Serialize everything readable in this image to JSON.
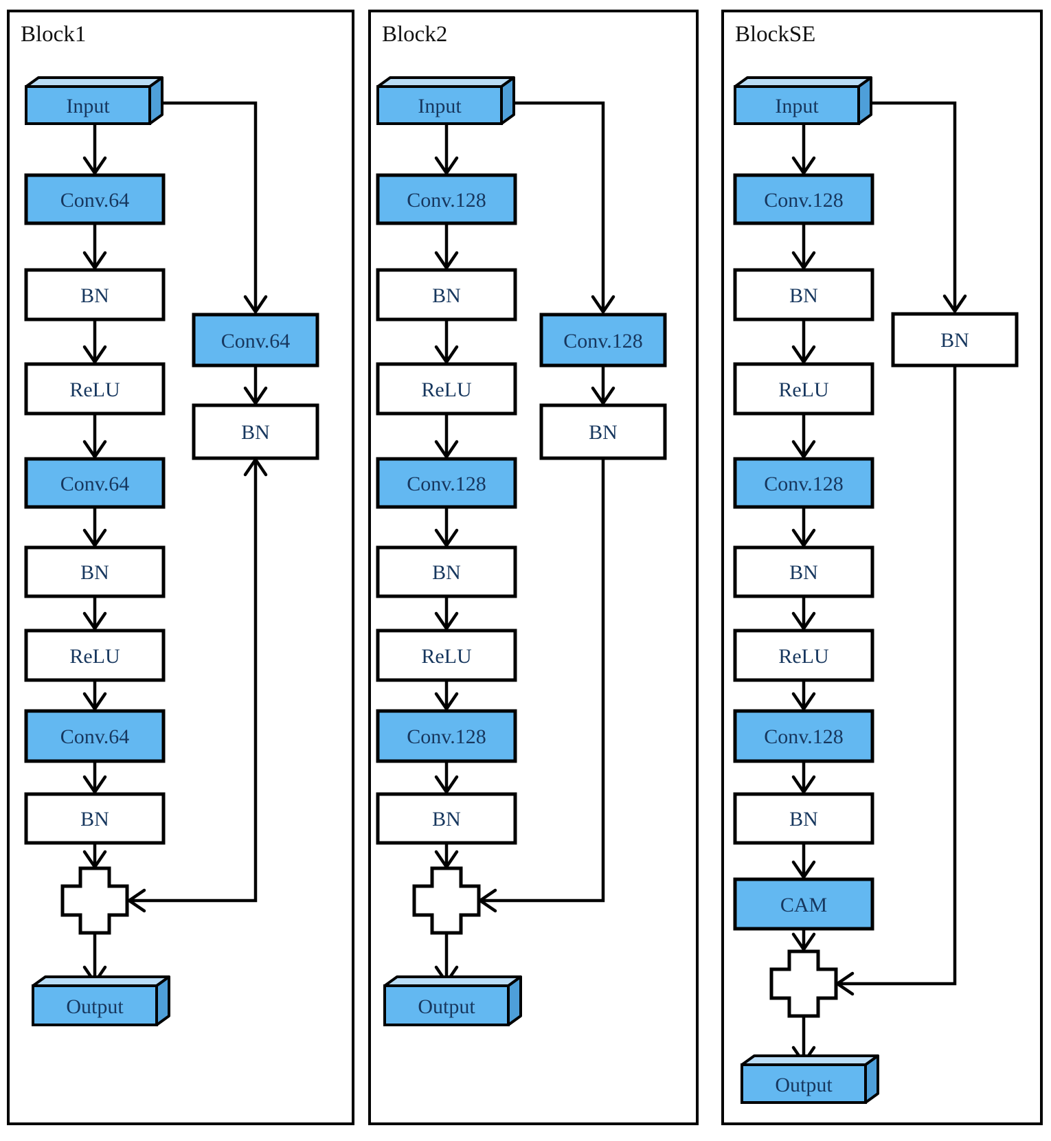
{
  "figure": {
    "blocks": [
      {
        "title": "Block1",
        "nodes": {
          "input": "Input",
          "conv1": "Conv.64",
          "bn1": "BN",
          "relu1": "ReLU",
          "conv2": "Conv.64",
          "bn2": "BN",
          "relu2": "ReLU",
          "conv3": "Conv.64",
          "bn3": "BN",
          "output": "Output"
        },
        "skip": {
          "conv": "Conv.64",
          "bn": "BN"
        }
      },
      {
        "title": "Block2",
        "nodes": {
          "input": "Input",
          "conv1": "Conv.128",
          "bn1": "BN",
          "relu1": "ReLU",
          "conv2": "Conv.128",
          "bn2": "BN",
          "relu2": "ReLU",
          "conv3": "Conv.128",
          "bn3": "BN",
          "output": "Output"
        },
        "skip": {
          "conv": "Conv.128",
          "bn": "BN"
        }
      },
      {
        "title": "BlockSE",
        "nodes": {
          "input": "Input",
          "conv1": "Conv.128",
          "bn1": "BN",
          "relu1": "ReLU",
          "conv2": "Conv.128",
          "bn2": "BN",
          "relu2": "ReLU",
          "conv3": "Conv.128",
          "bn3": "BN",
          "cam": "CAM",
          "output": "Output"
        },
        "skip": {
          "bn": "BN"
        }
      }
    ],
    "merge_symbol": "add-junction",
    "colors": {
      "box_fill_blue": "#63b8f1",
      "box_top_blue": "#b9dcf6",
      "box_side_blue": "#4e9fd9",
      "box_fill_white": "#ffffff",
      "outline": "#000000",
      "label_text": "#17375e",
      "title_text": "#111111"
    }
  }
}
